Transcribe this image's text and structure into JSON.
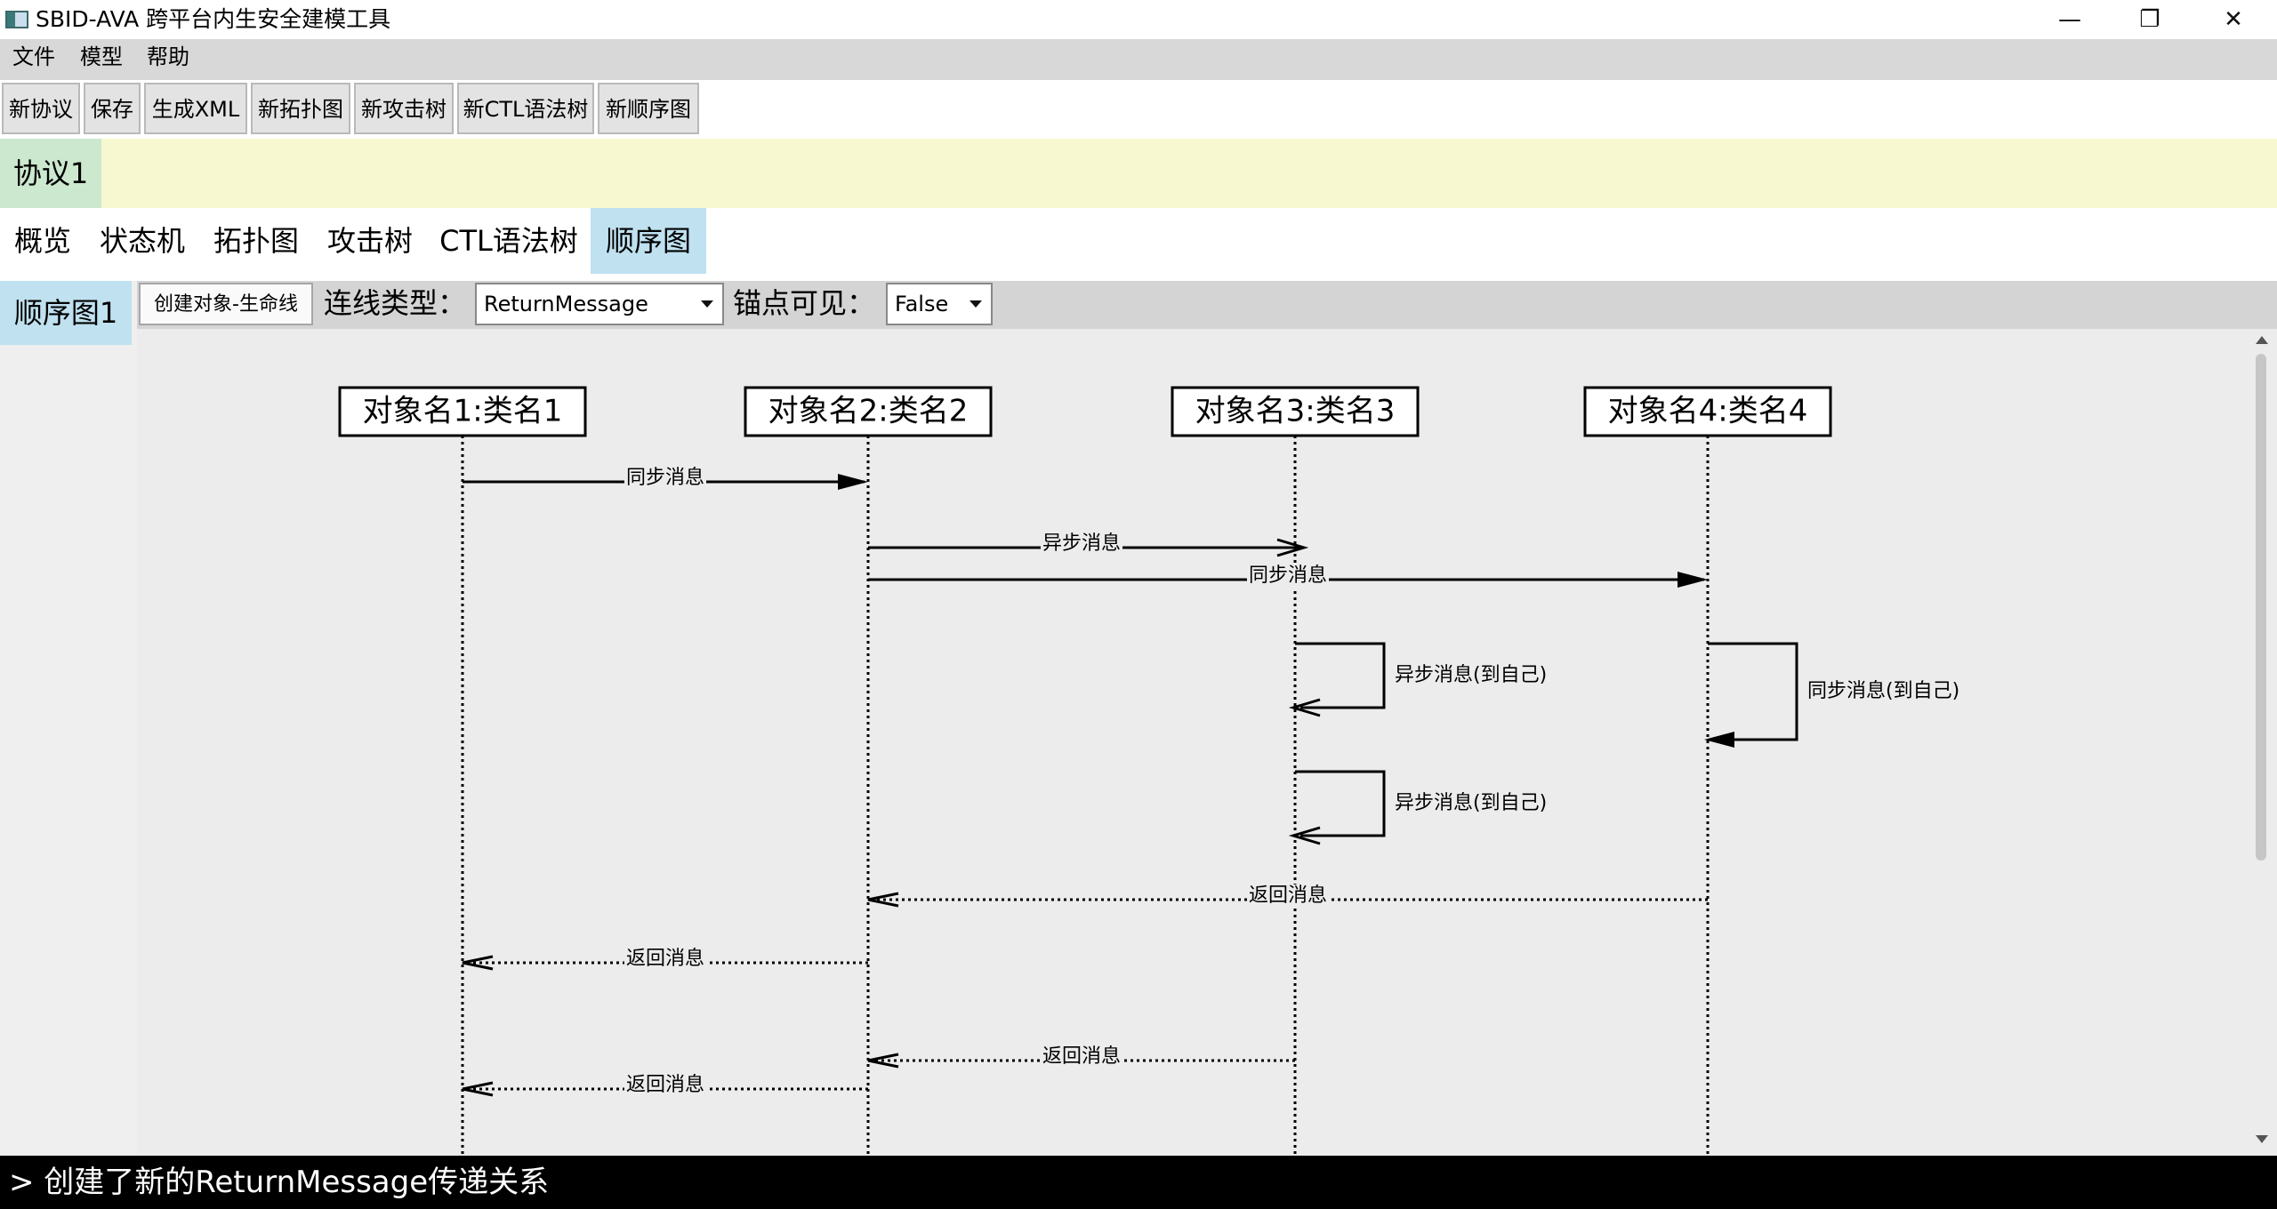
{
  "window": {
    "title": "SBID-AVA 跨平台内生安全建模工具",
    "minimize_glyph": "—",
    "restore_glyph": "❐",
    "close_glyph": "✕"
  },
  "menu": {
    "items": [
      "文件",
      "模型",
      "帮助"
    ]
  },
  "toolbar": {
    "buttons": [
      "新协议",
      "保存",
      "生成XML",
      "新拓扑图",
      "新攻击树",
      "新CTL语法树",
      "新顺序图"
    ]
  },
  "protocol_tab": "协议1",
  "view_tabs": {
    "items": [
      "概览",
      "状态机",
      "拓扑图",
      "攻击树",
      "CTL语法树",
      "顺序图"
    ],
    "active_index": 5
  },
  "diagram_tab": "顺序图1",
  "controls": {
    "create_button": "创建对象-生命线",
    "link_type_label": "连线类型：",
    "link_type_value": "ReturnMessage",
    "anchor_label": "锚点可见：",
    "anchor_value": "False"
  },
  "diagram": {
    "objects": [
      "对象名1:类名1",
      "对象名2:类名2",
      "对象名3:类名3",
      "对象名4:类名4"
    ],
    "messages": [
      {
        "label": "同步消息",
        "from": 0,
        "to": 1,
        "kind": "sync"
      },
      {
        "label": "异步消息",
        "from": 1,
        "to": 2,
        "kind": "async"
      },
      {
        "label": "同步消息",
        "from": 1,
        "to": 3,
        "kind": "sync"
      },
      {
        "label": "异步消息(到自己)",
        "from": 2,
        "to": 2,
        "kind": "async-self"
      },
      {
        "label": "同步消息(到自己)",
        "from": 3,
        "to": 3,
        "kind": "sync-self"
      },
      {
        "label": "异步消息(到自己)",
        "from": 2,
        "to": 2,
        "kind": "async-self"
      },
      {
        "label": "返回消息",
        "from": 3,
        "to": 1,
        "kind": "return"
      },
      {
        "label": "返回消息",
        "from": 1,
        "to": 0,
        "kind": "return"
      },
      {
        "label": "返回消息",
        "from": 2,
        "to": 1,
        "kind": "return"
      },
      {
        "label": "返回消息",
        "from": 1,
        "to": 0,
        "kind": "return"
      }
    ]
  },
  "status": {
    "text": "> 创建了新的ReturnMessage传递关系"
  }
}
